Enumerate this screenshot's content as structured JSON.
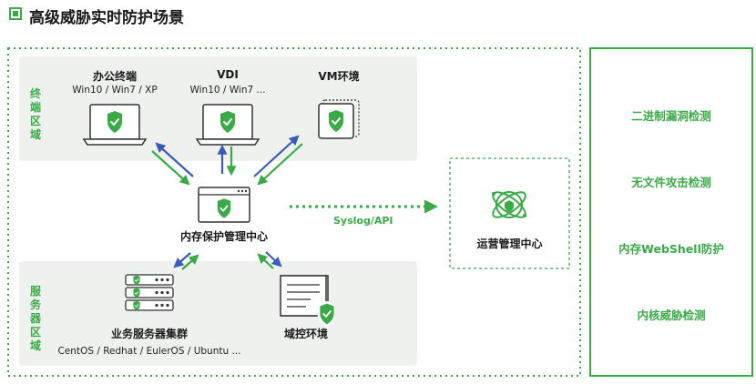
{
  "title": "高级威胁实时防护场景",
  "zones": {
    "terminal": "终端区域",
    "server": "服务器区域"
  },
  "endpoints": [
    {
      "name": "办公终端",
      "os": "Win10 / Win7 / XP"
    },
    {
      "name": "VDI",
      "os": "Win10 / Win7 ..."
    },
    {
      "name": "VM环境",
      "os": ""
    }
  ],
  "center": {
    "name": "内存保护管理中心"
  },
  "servers": [
    {
      "name": "业务服务器集群",
      "os": "CentOS / Redhat / EulerOS / Ubuntu ..."
    },
    {
      "name": "域控环境",
      "os": ""
    }
  ],
  "link_label": "Syslog/API",
  "ops_center": "运营管理中心",
  "capabilities": [
    "二进制漏洞检测",
    "无文件攻击检测",
    "内存WebShell防护",
    "内核威胁检测"
  ],
  "colors": {
    "accent": "#3aaa47",
    "arrow_blue": "#3b5bb8",
    "zone_bg": "#eef1ee"
  },
  "icons": [
    "shield-check-icon",
    "laptop-icon",
    "browser-window-icon",
    "server-rack-icon",
    "document-icon",
    "atom-icon"
  ]
}
